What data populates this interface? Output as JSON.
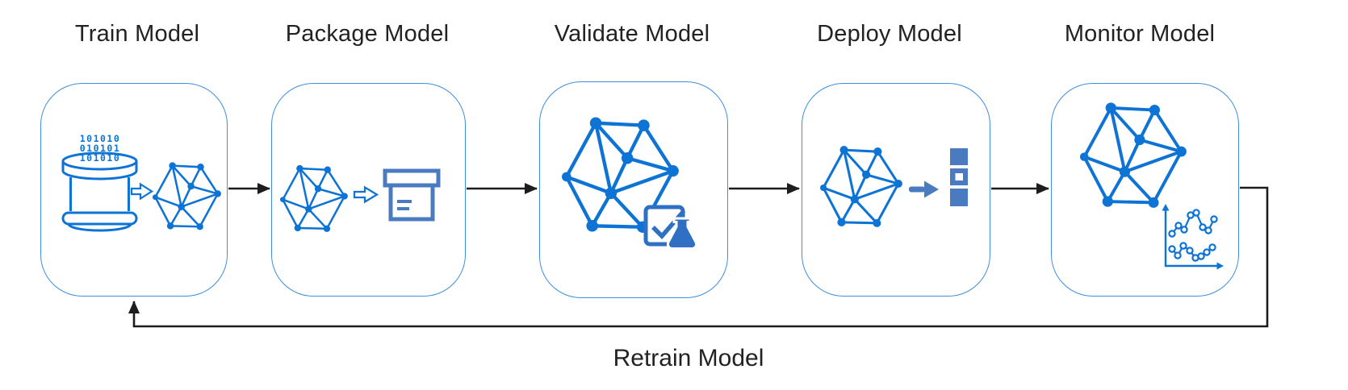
{
  "diagram_name": "ML model lifecycle flow",
  "stages": [
    {
      "label": "Train Model",
      "icons": [
        "binary-data",
        "database-cylinder",
        "hollow-arrow",
        "model-network"
      ]
    },
    {
      "label": "Package Model",
      "icons": [
        "model-network",
        "hollow-arrow",
        "package-box"
      ]
    },
    {
      "label": "Validate Model",
      "icons": [
        "model-network",
        "check-square",
        "flask"
      ]
    },
    {
      "label": "Deploy Model",
      "icons": [
        "model-network",
        "solid-arrow",
        "deploy-squares"
      ]
    },
    {
      "label": "Monitor Model",
      "icons": [
        "model-network",
        "metrics-line-chart"
      ]
    }
  ],
  "retrain_label": "Retrain Model",
  "train_binary_rows": [
    "101010",
    "010101",
    "101010"
  ],
  "colors": {
    "network_blue": "#0d73d4",
    "steel_blue": "#4a7bc0",
    "check_flask_blue": "#2f6fc4",
    "box_border_blue": "#3f8ede",
    "connector_black": "#1d1d1d",
    "title_text": "#222222"
  }
}
